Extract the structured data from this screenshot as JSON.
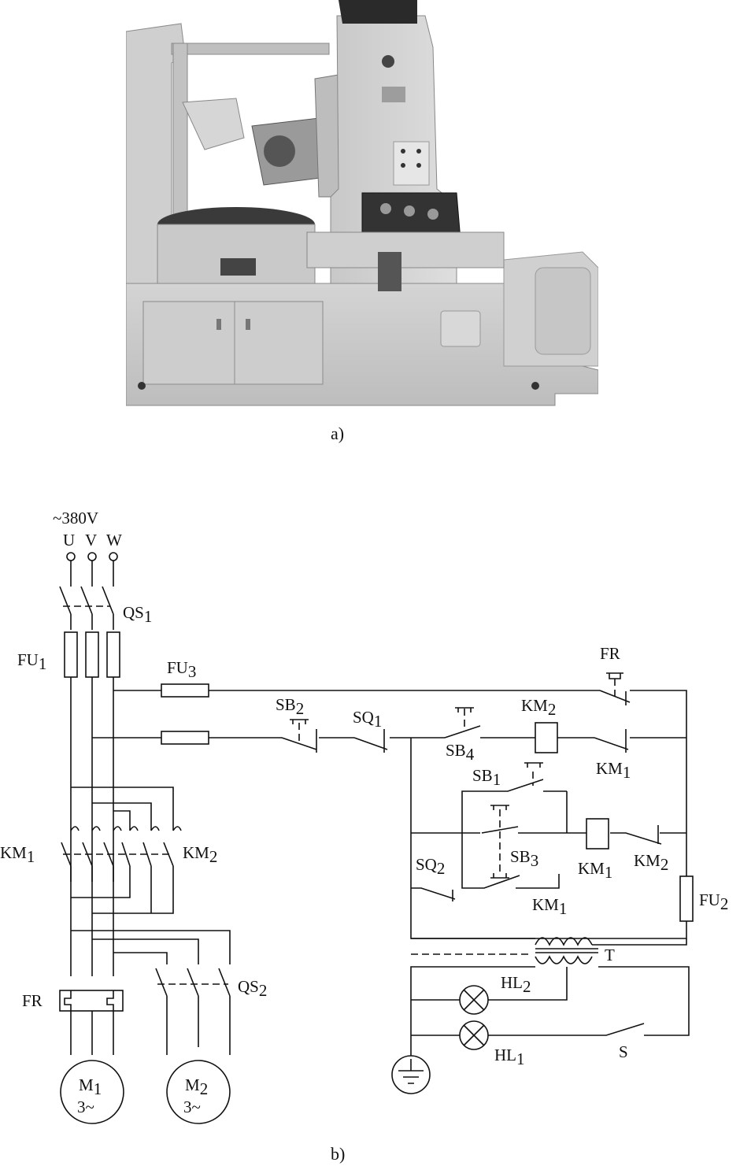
{
  "panel_a": {
    "caption": "a)"
  },
  "panel_b": {
    "caption": "b)"
  },
  "supply": {
    "voltage": "~380V",
    "phase_u": "U",
    "phase_v": "V",
    "phase_w": "W"
  },
  "labels": {
    "qs1": "QS",
    "qs1_sub": "1",
    "fu1": "FU",
    "fu1_sub": "1",
    "fu3": "FU",
    "fu3_sub": "3",
    "fr_top": "FR",
    "sb2": "SB",
    "sb2_sub": "2",
    "sq1": "SQ",
    "sq1_sub": "1",
    "sb4": "SB",
    "sb4_sub": "4",
    "km2_coil": "KM",
    "km2_coil_sub": "2",
    "km1_nc": "KM",
    "km1_nc_sub": "1",
    "sb1": "SB",
    "sb1_sub": "1",
    "sb3": "SB",
    "sb3_sub": "3",
    "km1_coil": "KM",
    "km1_coil_sub": "1",
    "km2_nc": "KM",
    "km2_nc_sub": "2",
    "sq2": "SQ",
    "sq2_sub": "2",
    "km1_aux": "KM",
    "km1_aux_sub": "1",
    "fu2": "FU",
    "fu2_sub": "2",
    "km1_main": "KM",
    "km1_main_sub": "1",
    "km2_main": "KM",
    "km2_main_sub": "2",
    "t": "T",
    "hl2": "HL",
    "hl2_sub": "2",
    "hl1": "HL",
    "hl1_sub": "1",
    "s": "S",
    "fr_main": "FR",
    "qs2": "QS",
    "qs2_sub": "2",
    "m1": "M",
    "m1_sub": "1",
    "m1_phase": "3~",
    "m2": "M",
    "m2_sub": "2",
    "m2_phase": "3~"
  }
}
